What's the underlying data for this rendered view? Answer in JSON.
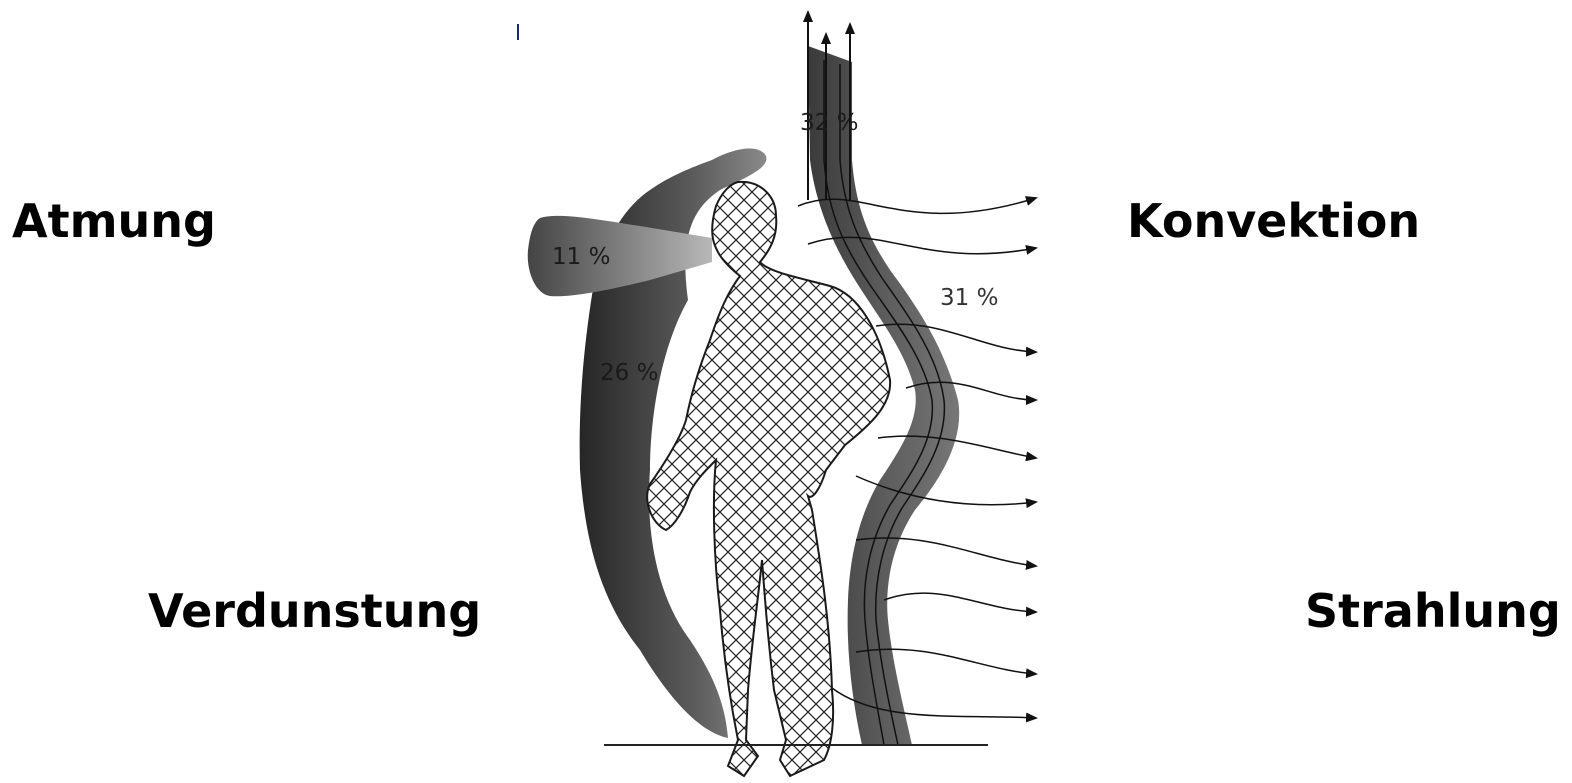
{
  "labels": {
    "breathing": "Atmung",
    "evaporation": "Verdunstung",
    "convection": "Konvektion",
    "radiation": "Strahlung"
  },
  "percentages": {
    "breathing": "11 %",
    "evaporation": "26 %",
    "convection_up": "32 %",
    "radiation": "31 %"
  },
  "colors": {
    "breathing_fill": "#5a5a5a",
    "evaporation_fill": "#3a3a3a",
    "convection_band": "#4a4a4a",
    "figure_hatch": "#222222"
  }
}
